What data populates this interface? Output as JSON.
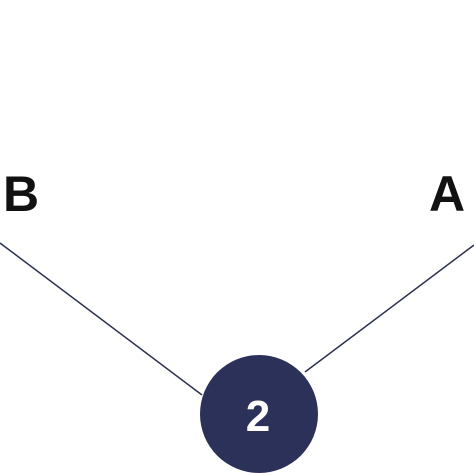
{
  "diagram": {
    "labels": {
      "left": "B",
      "right": "A"
    },
    "node": {
      "label": "2"
    },
    "colors": {
      "node_fill": "#2c3159",
      "node_text": "#ffffff",
      "label_text": "#111111",
      "edge": "#2c3150"
    }
  }
}
